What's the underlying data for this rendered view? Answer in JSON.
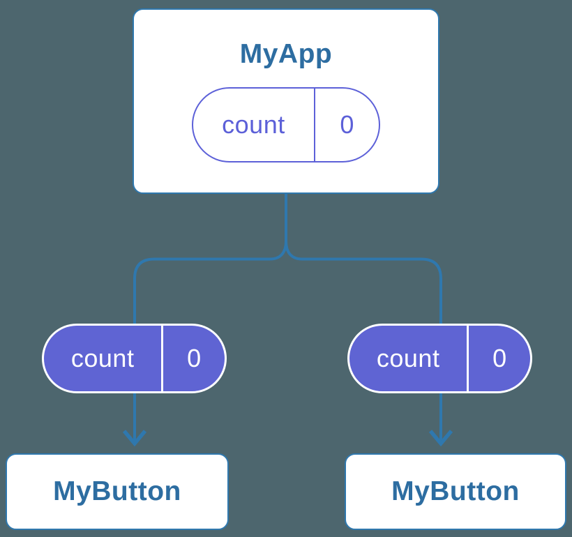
{
  "diagram": {
    "kind": "component-tree-state-diagram",
    "colors": {
      "background": "#4D666E",
      "connector_blue": "#2F78AE",
      "title_blue": "#2D6DA1",
      "state_purple": "#5F64D3",
      "state_outline_purple": "#5C60D8",
      "card_white": "#FFFFFF"
    },
    "parent": {
      "title": "MyApp",
      "state": {
        "label": "count",
        "value": "0"
      }
    },
    "children": [
      {
        "title": "MyButton",
        "state": {
          "label": "count",
          "value": "0"
        }
      },
      {
        "title": "MyButton",
        "state": {
          "label": "count",
          "value": "0"
        }
      }
    ]
  }
}
